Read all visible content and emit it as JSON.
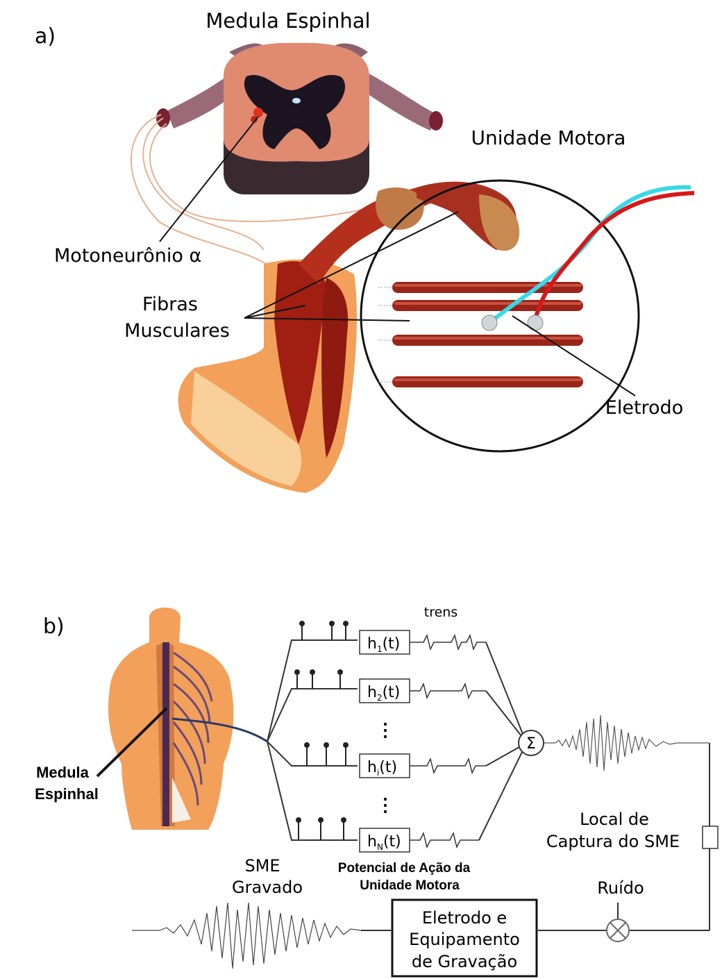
{
  "panel_a": {
    "letter": "a)",
    "spinal_cord_label": "Medula Espinhal",
    "motor_unit_label": "Unidade Motora",
    "motoneuron_label": "Motoneurônio α",
    "fibers_label_line1": "Fibras",
    "fibers_label_line2": "Musculares",
    "electrode_label": "Eletrodo"
  },
  "panel_b": {
    "letter": "b)",
    "trains_label": "trens",
    "filters": [
      "h1(t)",
      "h2(t)",
      "hi(t)",
      "hN(t)"
    ],
    "filter_main": [
      "h",
      "h",
      "h",
      "h"
    ],
    "filter_sub": [
      "1",
      "2",
      "i",
      "N"
    ],
    "filter_tail": [
      "(t)",
      "(t)",
      "(t)",
      "(t)"
    ],
    "sum_symbol": "Σ",
    "ellipsis": "⋮",
    "spinal_cord_line1": "Medula",
    "spinal_cord_line2": "Espinhal",
    "capture_line1": "Local de",
    "capture_line2": "Captura do SME",
    "noise_label": "Ruído",
    "recorded_line1": "SME",
    "recorded_line2": "Gravado",
    "muap_line1": "Potencial de Ação da",
    "muap_line2": "Unidade Motora",
    "equipment_line1": "Eletrodo e",
    "equipment_line2": "Equipamento",
    "equipment_line3": "de Gravação"
  },
  "colors": {
    "muscle": "#8e1a10",
    "muscle_light": "#c0392b",
    "skin": "#f2a05a",
    "skin_light": "#f9cf9a",
    "cord_gray": "#2a1f2a",
    "cord_pink": "#e07b62",
    "wire_cyan": "#38d8e8",
    "wire_red": "#d81818"
  }
}
